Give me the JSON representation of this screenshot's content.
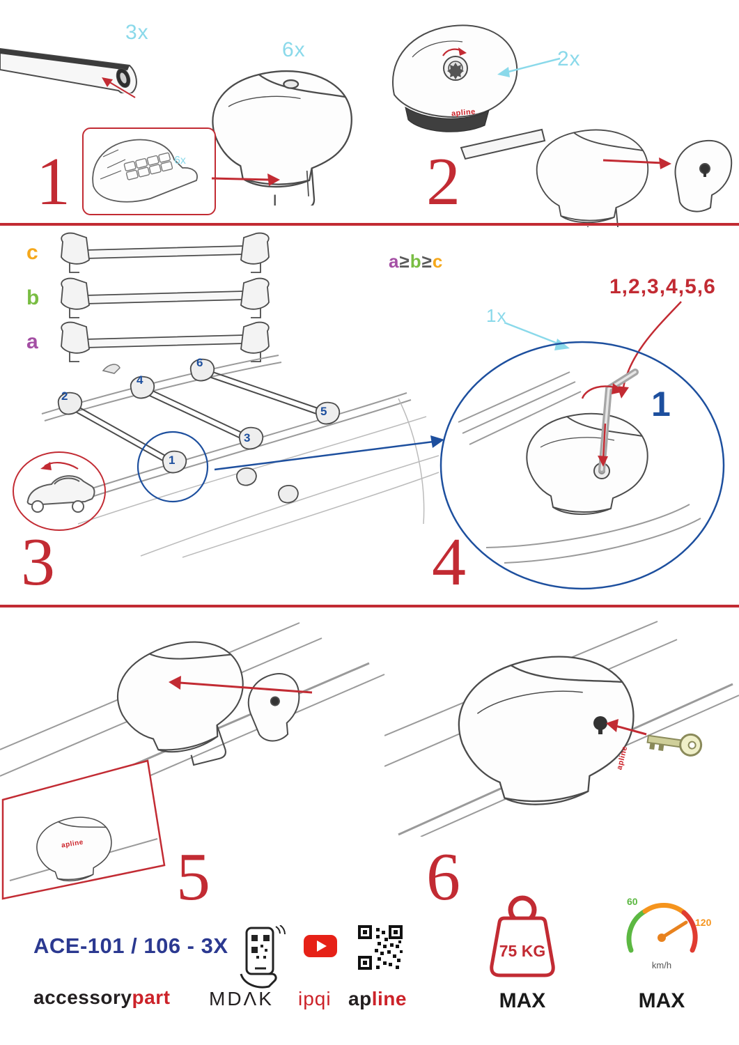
{
  "steps": {
    "s1": {
      "number": "1",
      "bar_qty": "3x",
      "foot_qty": "6x",
      "pad_qty": "6x"
    },
    "s2": {
      "number": "2",
      "screw_qty": "2x"
    },
    "s3": {
      "number": "3",
      "bar_label_c": "c",
      "bar_label_b": "b",
      "bar_label_a": "a",
      "formula": {
        "a": "a",
        "ge1": "≥",
        "b": "b",
        "ge2": "≥",
        "c": "c"
      },
      "positions": [
        "1",
        "2",
        "3",
        "4",
        "5",
        "6"
      ]
    },
    "s4": {
      "number": "4",
      "order_sequence": "1,2,3,4,5,6",
      "tool_qty": "1x",
      "first_step": "1"
    },
    "s5": {
      "number": "5"
    },
    "s6": {
      "number": "6"
    }
  },
  "branding": {
    "model": "ACE-101 / 106 - 3X",
    "accessory": "accessory",
    "part": "part",
    "mdak": "MDΛK",
    "ipqi": "ipqi",
    "apline_ap": "ap",
    "apline_line": "line",
    "apline_full": "apline"
  },
  "limits": {
    "weight": "75 KG",
    "weight_max": "MAX",
    "speed_low": "60",
    "speed_high": "120",
    "speed_unit": "km/h",
    "speed_max": "MAX"
  },
  "colors": {
    "red": "#C22B33",
    "brand_red": "#CC2229",
    "cyan": "#8AD9EA",
    "blue": "#1D4F9E",
    "navy": "#2B3990",
    "orange": "#F5A81C",
    "green": "#79BD43",
    "purple": "#A44FA4"
  }
}
